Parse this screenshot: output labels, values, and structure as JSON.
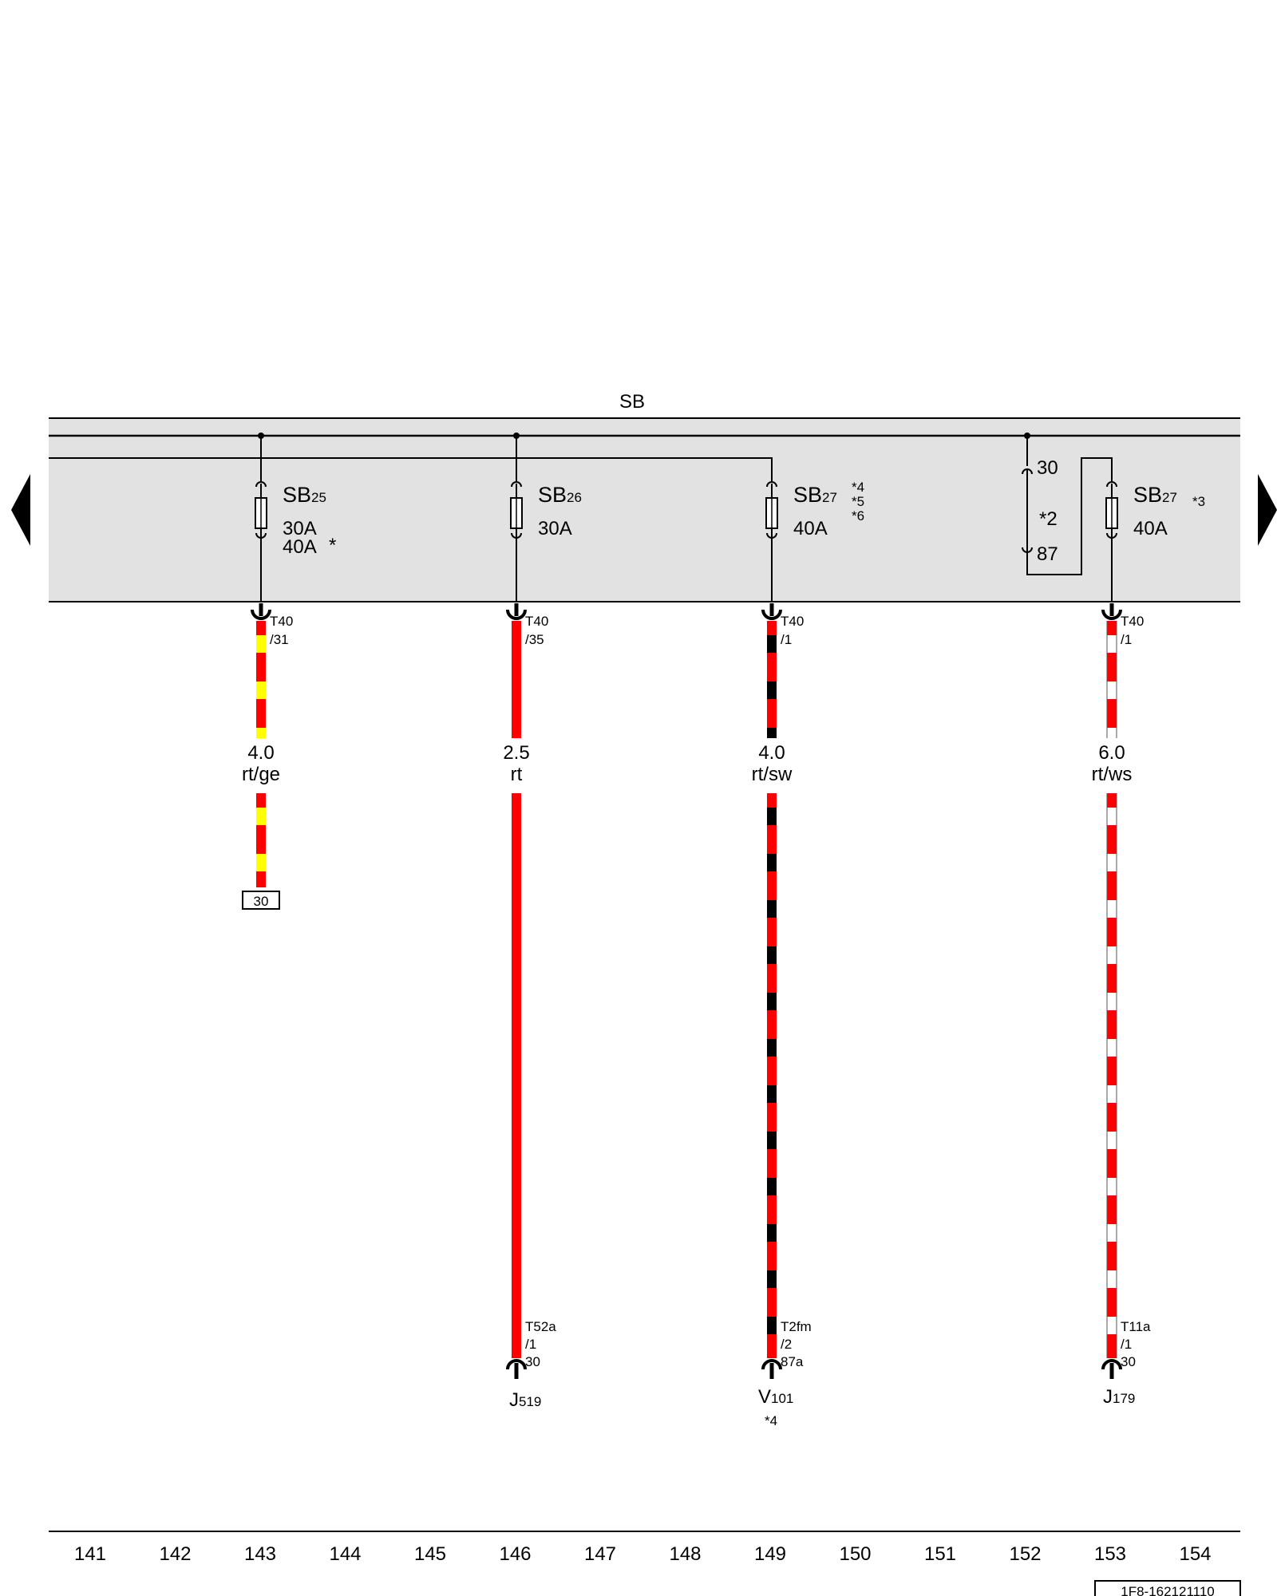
{
  "title": "SB",
  "colors": {
    "red": "#ff0000",
    "yellow": "#ffff00",
    "black": "#000000",
    "white": "#ffffff",
    "panel": "#e2e2e2"
  },
  "fuses": [
    {
      "name": "SB",
      "sub": "25",
      "ratings": [
        "30A",
        "40A"
      ],
      "rating_note": "*",
      "notes": []
    },
    {
      "name": "SB",
      "sub": "26",
      "ratings": [
        "30A"
      ],
      "rating_note": "",
      "notes": []
    },
    {
      "name": "SB",
      "sub": "27",
      "ratings": [
        "40A"
      ],
      "rating_note": "",
      "notes": [
        "*4",
        "*5",
        "*6"
      ]
    },
    {
      "name": "SB",
      "sub": "27",
      "ratings": [
        "40A"
      ],
      "rating_note": "",
      "notes": [
        "*3"
      ]
    }
  ],
  "relay": {
    "pin_top": "30",
    "pin_bottom": "87",
    "note": "*2"
  },
  "top_connectors": [
    {
      "name": "T40",
      "pin": "/31"
    },
    {
      "name": "T40",
      "pin": "/35"
    },
    {
      "name": "T40",
      "pin": "/1"
    },
    {
      "name": "T40",
      "pin": "/1"
    }
  ],
  "wires": [
    {
      "size": "4.0",
      "color_code": "rt/ge"
    },
    {
      "size": "2.5",
      "color_code": "rt"
    },
    {
      "size": "4.0",
      "color_code": "rt/sw"
    },
    {
      "size": "6.0",
      "color_code": "rt/ws"
    }
  ],
  "terminal_box": "30",
  "bottom_connectors": [
    {
      "name": "T52a",
      "pin": "/1",
      "terminal": "30",
      "component": "J",
      "component_sub": "519",
      "note": ""
    },
    {
      "name": "T2fm",
      "pin": "/2",
      "terminal": "87a",
      "component": "V",
      "component_sub": "101",
      "note": "*4"
    },
    {
      "name": "T11a",
      "pin": "/1",
      "terminal": "30",
      "component": "J",
      "component_sub": "179",
      "note": ""
    }
  ],
  "scale": [
    "141",
    "142",
    "143",
    "144",
    "145",
    "146",
    "147",
    "148",
    "149",
    "150",
    "151",
    "152",
    "153",
    "154"
  ],
  "doc_id": "1F8-162121110",
  "nav": {
    "prev_icon": "arrow-left-icon",
    "next_icon": "arrow-right-icon"
  }
}
